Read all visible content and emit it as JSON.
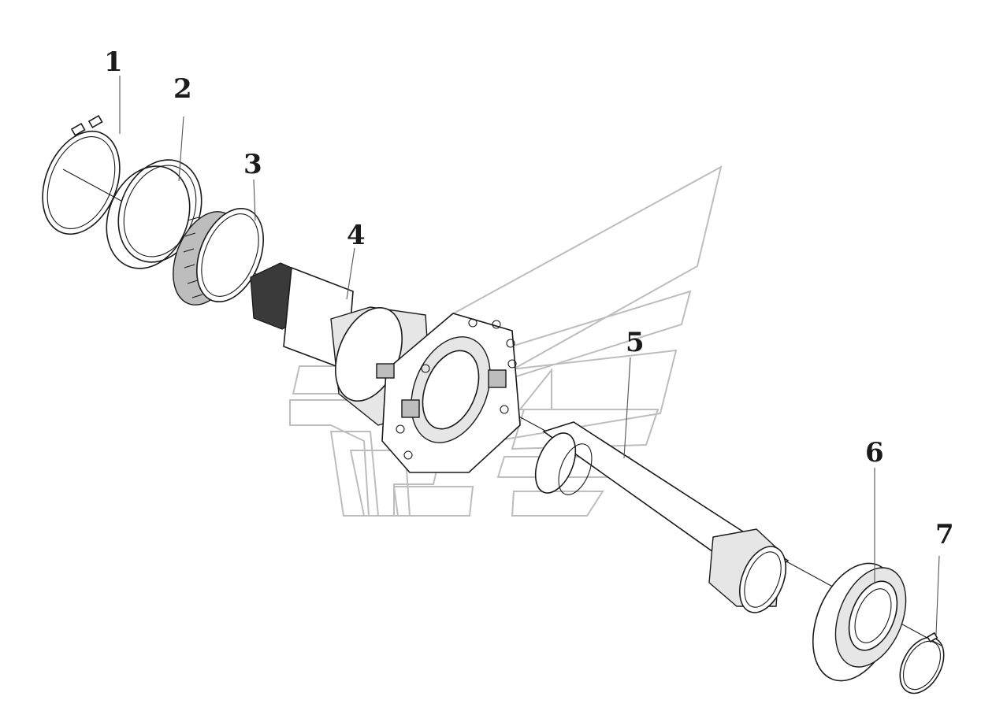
{
  "diagram": {
    "callouts": [
      {
        "id": 1,
        "label": "1"
      },
      {
        "id": 2,
        "label": "2"
      },
      {
        "id": 3,
        "label": "3"
      },
      {
        "id": 4,
        "label": "4"
      },
      {
        "id": 5,
        "label": "5"
      },
      {
        "id": 6,
        "label": "6"
      },
      {
        "id": 7,
        "label": "7"
      }
    ]
  },
  "colors": {
    "line": "#1a1a1a",
    "watermark": "#bdbdbd",
    "background": "#ffffff"
  }
}
